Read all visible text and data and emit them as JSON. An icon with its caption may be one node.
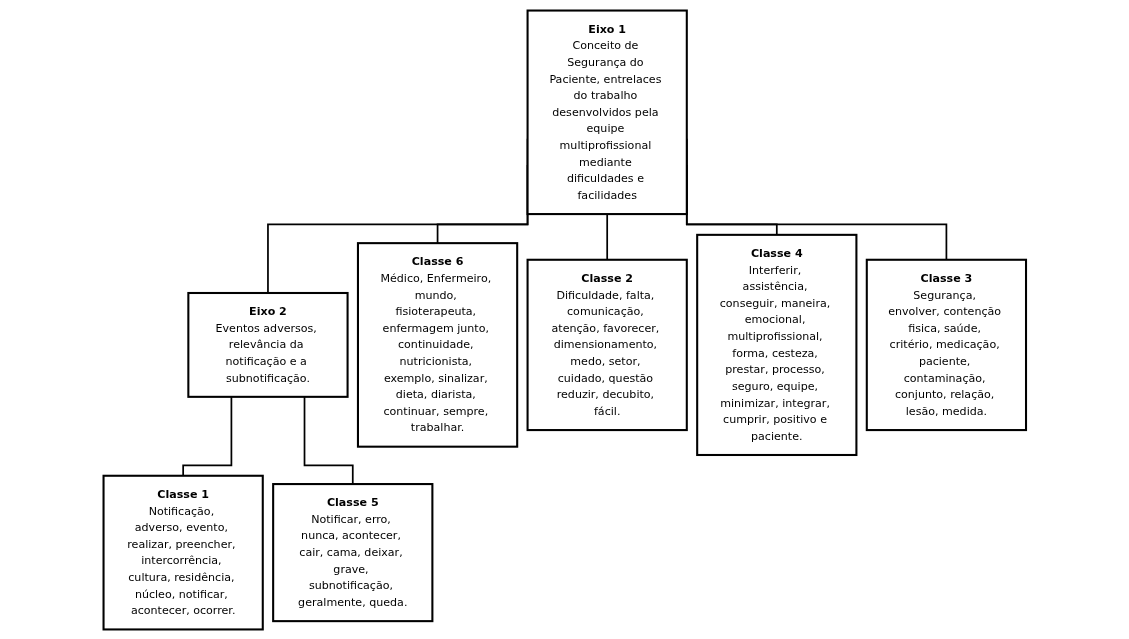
{
  "diagram": {
    "nodes": [
      {
        "text": [
          "Eixo 1",
          "Conceito de Segurança do Paciente, entrelaces do trabalho desenvolvidos pela equipe multiprofissional mediante dificuldades e facilidades"
        ]
      },
      {
        "text": [
          "Eixo 2",
          "Eventos adversos, relevância da notificação e a subnotificação."
        ]
      },
      {
        "text": [
          "Classe 6",
          "Médico, Enfermeiro, mundo, fisioterapeuta, enfermagem junto, continuidade, nutricionista, exemplo, sinalizar, dieta, diarista, continuar, sempre, trabalhar."
        ]
      },
      {
        "text": [
          "Classe 2",
          "Dificuldade, falta, comunicação, atenção, favorecer, dimensionamento, medo, setor, cuidado, questão reduzir, decubito, fácil."
        ]
      },
      {
        "text": [
          "Classe 4",
          "Interferir, assistência, conseguir, maneira, emocional, multiprofissional, forma, cesteza, prestar, processo, seguro, equipe, minimizar, integrar, cumprir, positivo e paciente."
        ]
      },
      {
        "text": [
          "Classe 3",
          "Segurança, envolver, contenção fisica, saúde, critério, medicação, paciente, contaminação, conjunto, relação, lesão, medida."
        ]
      },
      {
        "text": [
          "Classe 1",
          "Notificação, adverso, evento, realizar, preencher, intercorrência, cultura, residência, núcleo, notificar, acontecer, ocorrer."
        ]
      },
      {
        "text": [
          "Classe 5",
          "Notificar, erro, nunca, acontecer, cair, cama, deixar, grave, subnotificação, geralmente, queda."
        ]
      }
    ],
    "edges": [
      {
        "from": 0,
        "to": 1,
        "arrow": "none"
      },
      {
        "from": 0,
        "to": 2,
        "arrow": "none"
      },
      {
        "from": 0,
        "to": 3,
        "arrow": "none"
      },
      {
        "from": 0,
        "to": 4,
        "arrow": "none"
      },
      {
        "from": 0,
        "to": 5,
        "arrow": "none"
      },
      {
        "from": 1,
        "to": 6,
        "arrow": "none"
      },
      {
        "from": 1,
        "to": 7,
        "arrow": "none"
      }
    ]
  }
}
